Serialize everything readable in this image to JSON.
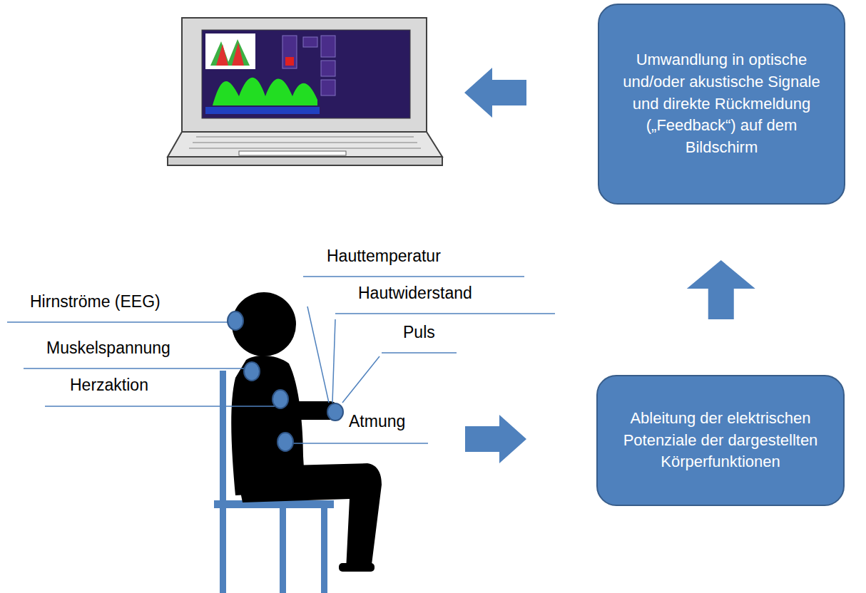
{
  "diagram": {
    "nodes": [
      {
        "text": [
          "Umwandlung in optische und/oder akustische Signale und direkte Rückmeldung („Feedback“) auf dem Bildschirm"
        ]
      },
      {
        "text": [
          "Ableitung der elektrischen Potenziale der dargestellten Körperfunktionen"
        ]
      }
    ],
    "edges": [
      {
        "from": 1,
        "to": 0,
        "arrow": "to"
      }
    ],
    "labels": [
      "Hirnströme (EEG)",
      "Muskelspannung",
      "Herzaktion",
      "Hauttemperatur",
      "Hautwiderstand",
      "Puls",
      "Atmung"
    ]
  }
}
